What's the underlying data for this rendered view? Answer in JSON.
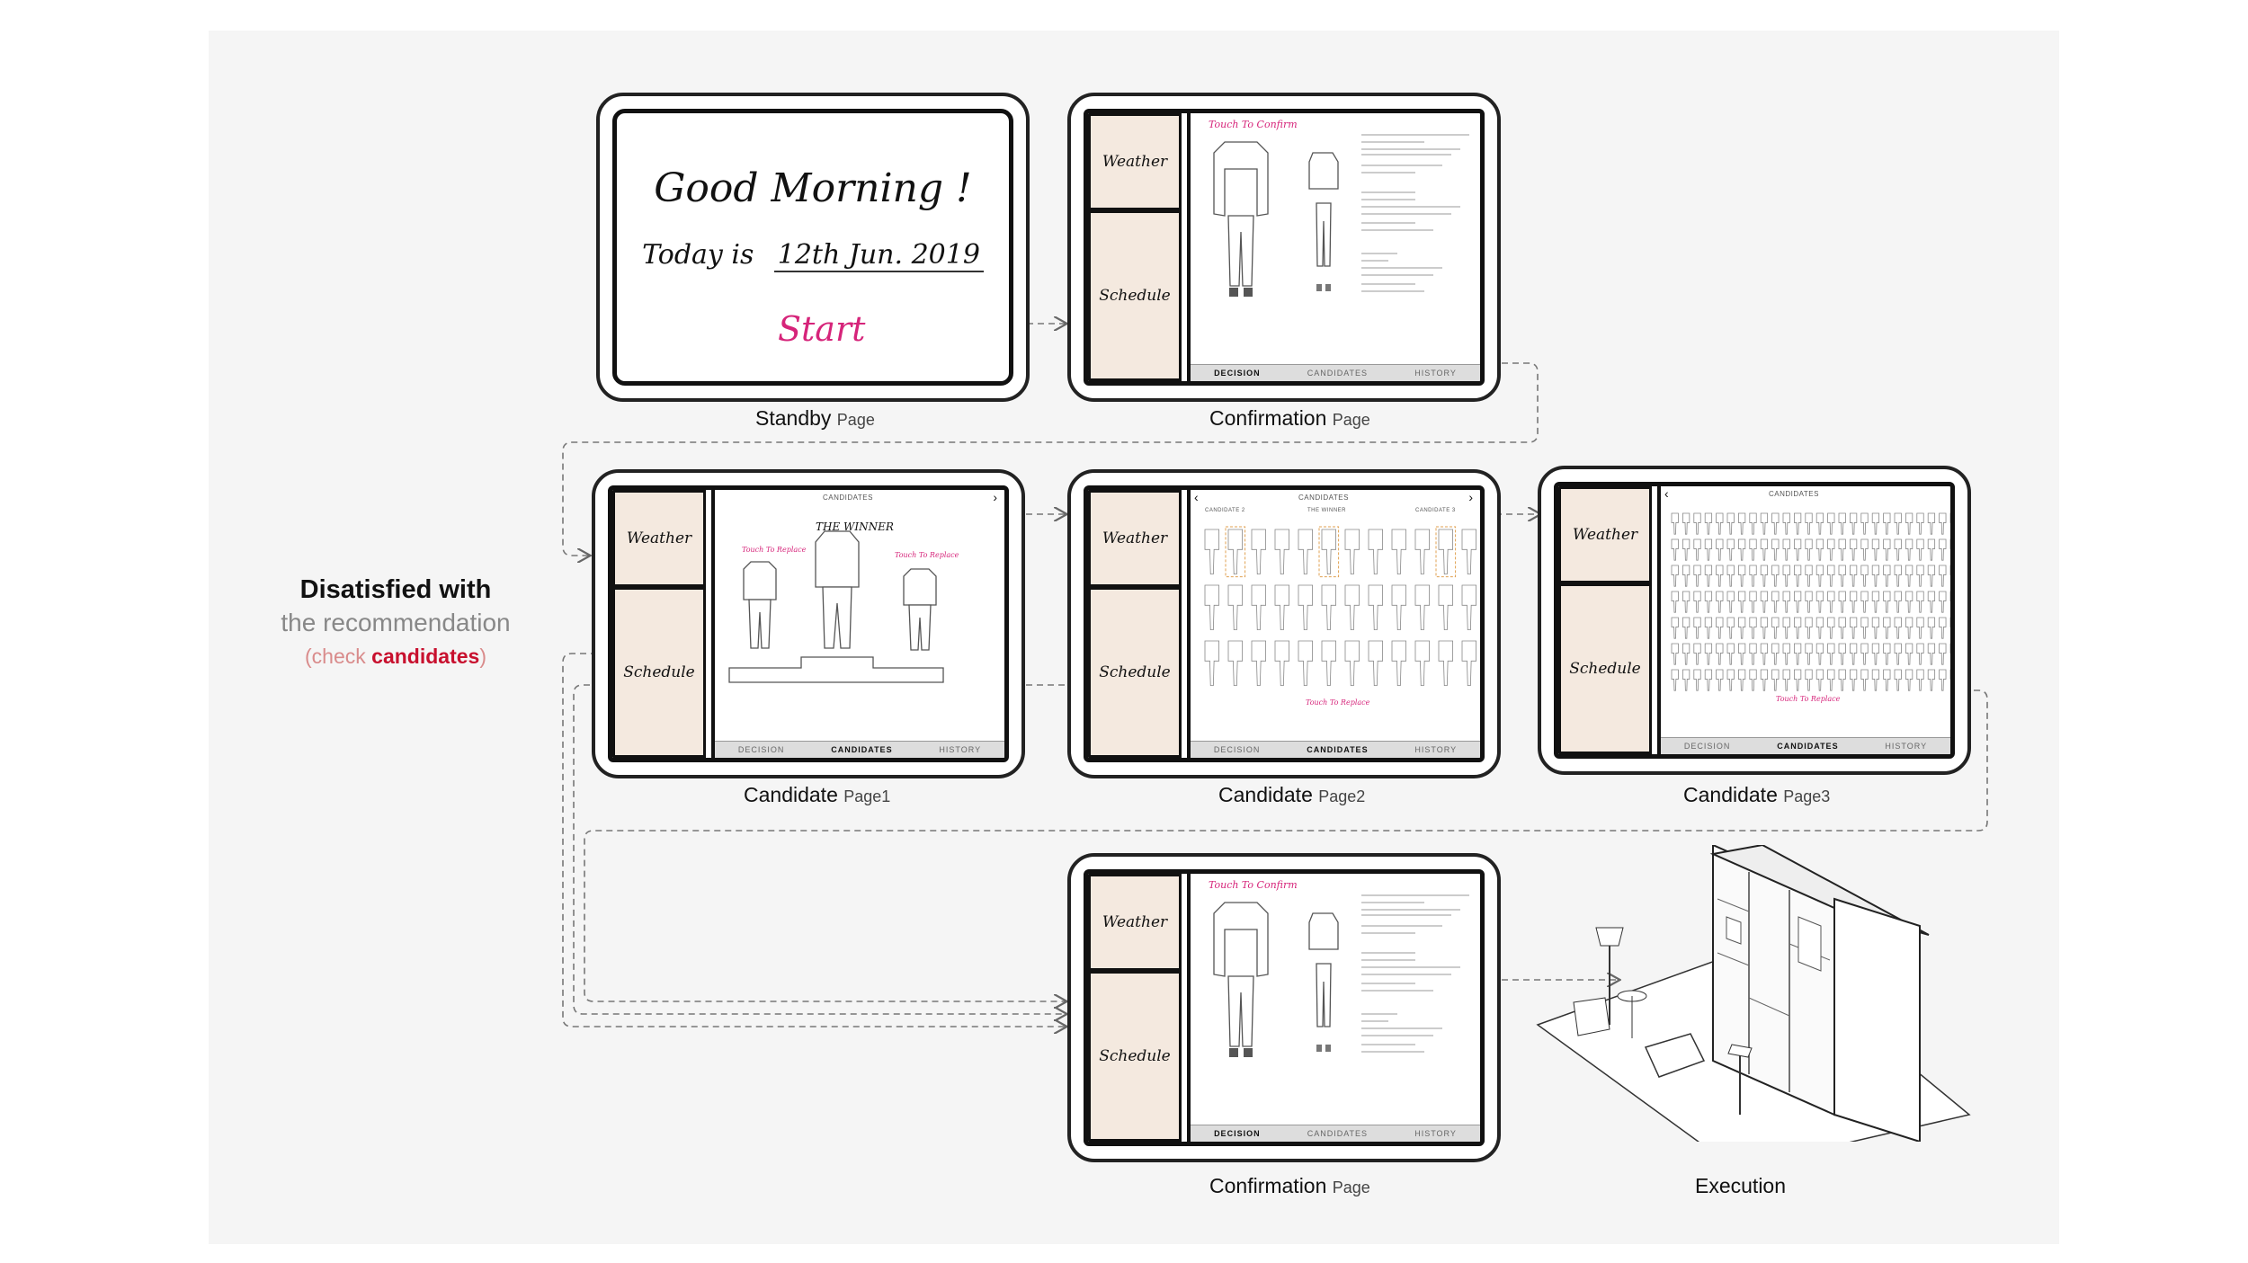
{
  "standby": {
    "greeting": "Good Morning !",
    "today_prefix": "Today is",
    "date": "12th Jun. 2019",
    "start": "Start",
    "caption": "Standby",
    "caption_sub": "Page"
  },
  "sidebar": {
    "weather": "Weather",
    "schedule": "Schedule"
  },
  "confirmation": {
    "touch_label": "Touch To Confirm",
    "caption": "Confirmation",
    "caption_sub": "Page"
  },
  "nav": {
    "decision": "DECISION",
    "candidates": "CANDIDATES",
    "history": "HISTORY"
  },
  "candidates1": {
    "header": "CANDIDATES",
    "winner": "THE WINNER",
    "touch_left": "Touch To Replace",
    "touch_right": "Touch To Replace",
    "caption": "Candidate",
    "caption_sub": "Page1"
  },
  "candidates2": {
    "header": "CANDIDATES",
    "label_left": "CANDIDATE 2",
    "label_mid": "THE WINNER",
    "label_right": "CANDIDATE 3",
    "touch": "Touch To Replace",
    "caption": "Candidate",
    "caption_sub": "Page2"
  },
  "candidates3": {
    "header": "CANDIDATES",
    "touch": "Touch To Replace",
    "caption": "Candidate",
    "caption_sub": "Page3"
  },
  "side_note": {
    "line1": "Disatisfied with",
    "line2": "the recommendation",
    "paren_open": "(check ",
    "highlight": "candidates",
    "paren_close": ")"
  },
  "execution": {
    "caption": "Execution"
  },
  "colors": {
    "accent": "#d6247a",
    "highlight": "#c8102e",
    "panel": "#f4e9df",
    "background": "#f5f5f5"
  }
}
